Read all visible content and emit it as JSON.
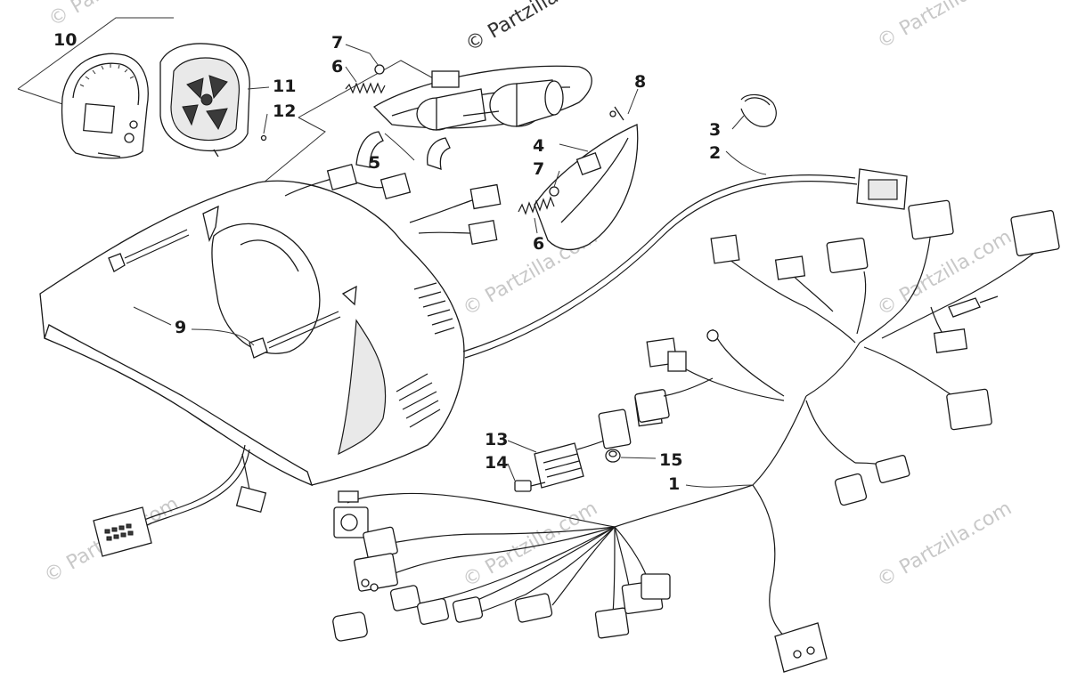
{
  "watermarks": {
    "top": "© Partzilla.com",
    "faint": "© Partzilla.com"
  },
  "callouts": {
    "c1": "1",
    "c2": "2",
    "c3": "3",
    "c4": "4",
    "c5": "5",
    "c6a": "6",
    "c6b": "6",
    "c7a": "7",
    "c7b": "7",
    "c8": "8",
    "c9": "9",
    "c10": "10",
    "c11": "11",
    "c12": "12",
    "c13": "13",
    "c14": "14",
    "c15": "15"
  }
}
